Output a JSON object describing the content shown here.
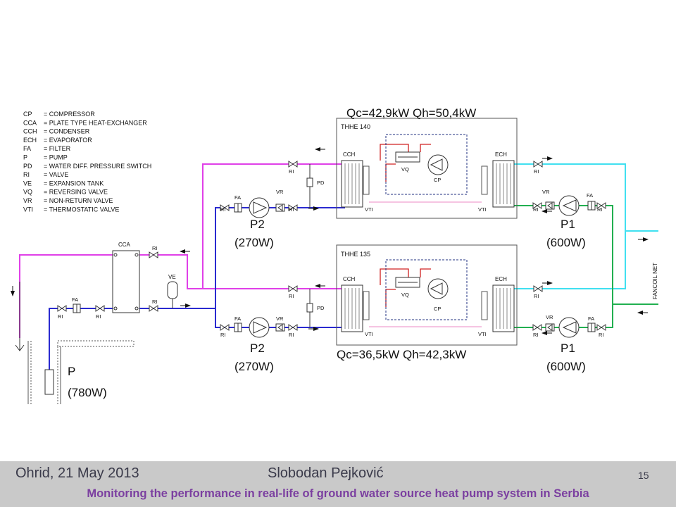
{
  "legend": [
    {
      "abbr": "CP",
      "text": "= COMPRESSOR"
    },
    {
      "abbr": "CCA",
      "text": "= PLATE TYPE HEAT-EXCHANGER"
    },
    {
      "abbr": "CCH",
      "text": "= CONDENSER"
    },
    {
      "abbr": "ECH",
      "text": "= EVAPORATOR"
    },
    {
      "abbr": "FA",
      "text": "= FILTER"
    },
    {
      "abbr": "P",
      "text": "= PUMP"
    },
    {
      "abbr": "PD",
      "text": "= WATER DIFF. PRESSURE SWITCH"
    },
    {
      "abbr": "RI",
      "text": "= VALVE"
    },
    {
      "abbr": "VE",
      "text": "= EXPANSION TANK"
    },
    {
      "abbr": "VQ",
      "text": "= REVERSING VALVE"
    },
    {
      "abbr": "VR",
      "text": "= NON-RETURN VALVE"
    },
    {
      "abbr": "VTI",
      "text": "= THERMOSTATIC VALVE"
    }
  ],
  "units": {
    "upper": {
      "capacity": "Qc=42,9kW Qh=50,4kW",
      "model": "THHE 140"
    },
    "lower": {
      "capacity": "Qc=36,5kW Qh=42,3kW",
      "model": "THHE 135"
    }
  },
  "labels": {
    "cch": "CCH",
    "ech": "ECH",
    "vq": "VQ",
    "cp": "CP",
    "vti": "VTI",
    "pd": "PD",
    "ri": "RI",
    "fa": "FA",
    "vr": "VR",
    "cca": "CCA",
    "ve": "VE",
    "p2": "P2",
    "p2_power": "(270W)",
    "p1": "P1",
    "p1_power": "(600W)",
    "p": "P",
    "p_power": "(780W)",
    "fancoil": "FANCOIL NET"
  },
  "colors": {
    "magenta": "#e040e8",
    "cyan": "#40e0f0",
    "green": "#22b050",
    "blue": "#2a2ad0",
    "pink": "#f0a0d0",
    "red": "#d02020",
    "dashed_blue": "#203080",
    "footer_title": "#7b3fa0"
  },
  "footer": {
    "location_date": "Ohrid, 21 May 2013",
    "author": "Slobodan Pejković",
    "page": "15",
    "title": "Monitoring the performance in real-life of ground water source heat pump system in Serbia"
  }
}
